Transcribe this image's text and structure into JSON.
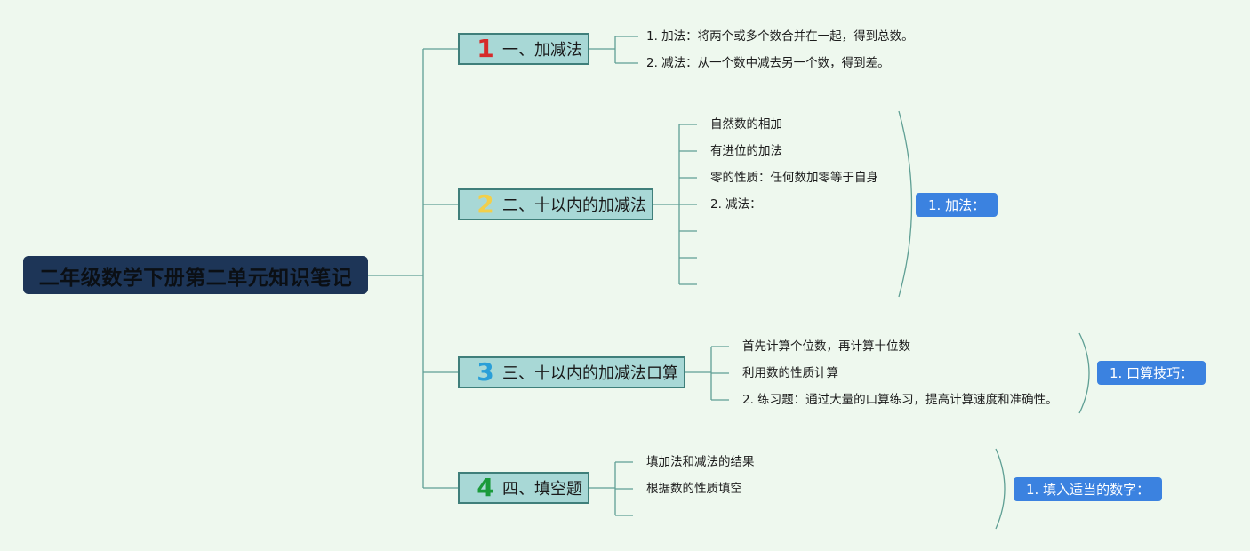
{
  "root": {
    "title": "二年级数学下册第二单元知识笔记"
  },
  "branches": [
    {
      "number": "1",
      "label": "一、加减法",
      "number_color": "#d62a2a",
      "items": [
        "1. 加法：将两个或多个数合并在一起，得到总数。",
        "2. 减法：从一个数中减去另一个数，得到差。"
      ]
    },
    {
      "number": "2",
      "label": "二、十以内的加减法",
      "number_color": "#f2cf4a",
      "items": [
        "自然数的相加",
        "有进位的加法",
        "零的性质：任何数加零等于自身",
        "2. 减法："
      ],
      "summary": "1. 加法："
    },
    {
      "number": "3",
      "label": "三、十以内的加减法口算",
      "number_color": "#2a9fd8",
      "items": [
        "首先计算个位数，再计算十位数",
        "利用数的性质计算",
        "2. 练习题：通过大量的口算练习，提高计算速度和准确性。"
      ],
      "summary": "1. 口算技巧："
    },
    {
      "number": "4",
      "label": "四、填空题",
      "number_color": "#1a9a3a",
      "items": [
        "填加法和减法的结果",
        "根据数的性质填空"
      ],
      "summary": "1. 填入适当的数字："
    }
  ],
  "colors": {
    "background": "#eef8ee",
    "root_fill": "#1d3557",
    "branch_fill": "#a8d8d6",
    "branch_border": "#3f7f7a",
    "connector": "#5f9f94",
    "summary_fill": "#3b82e0"
  }
}
